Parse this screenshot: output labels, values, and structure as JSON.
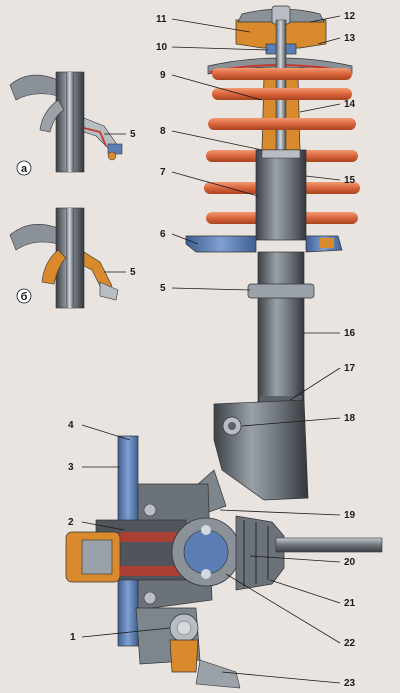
{
  "diagram": {
    "callouts": [
      "1",
      "2",
      "3",
      "4",
      "5",
      "6",
      "7",
      "8",
      "9",
      "10",
      "11",
      "12",
      "13",
      "14",
      "15",
      "16",
      "17",
      "18",
      "19",
      "20",
      "21",
      "22",
      "23"
    ],
    "insets": [
      {
        "letter": "а",
        "callout": "5"
      },
      {
        "letter": "б",
        "callout": "5"
      }
    ],
    "colors": {
      "background": "#e9e4df",
      "metal_dark": "#4a4f55",
      "metal_mid": "#7d858d",
      "metal_light": "#b7bdc3",
      "spring": "#e0734a",
      "rubber": "#d98a2c",
      "blue_steel": "#5b7fb5",
      "seal_red": "#c0392b"
    }
  }
}
